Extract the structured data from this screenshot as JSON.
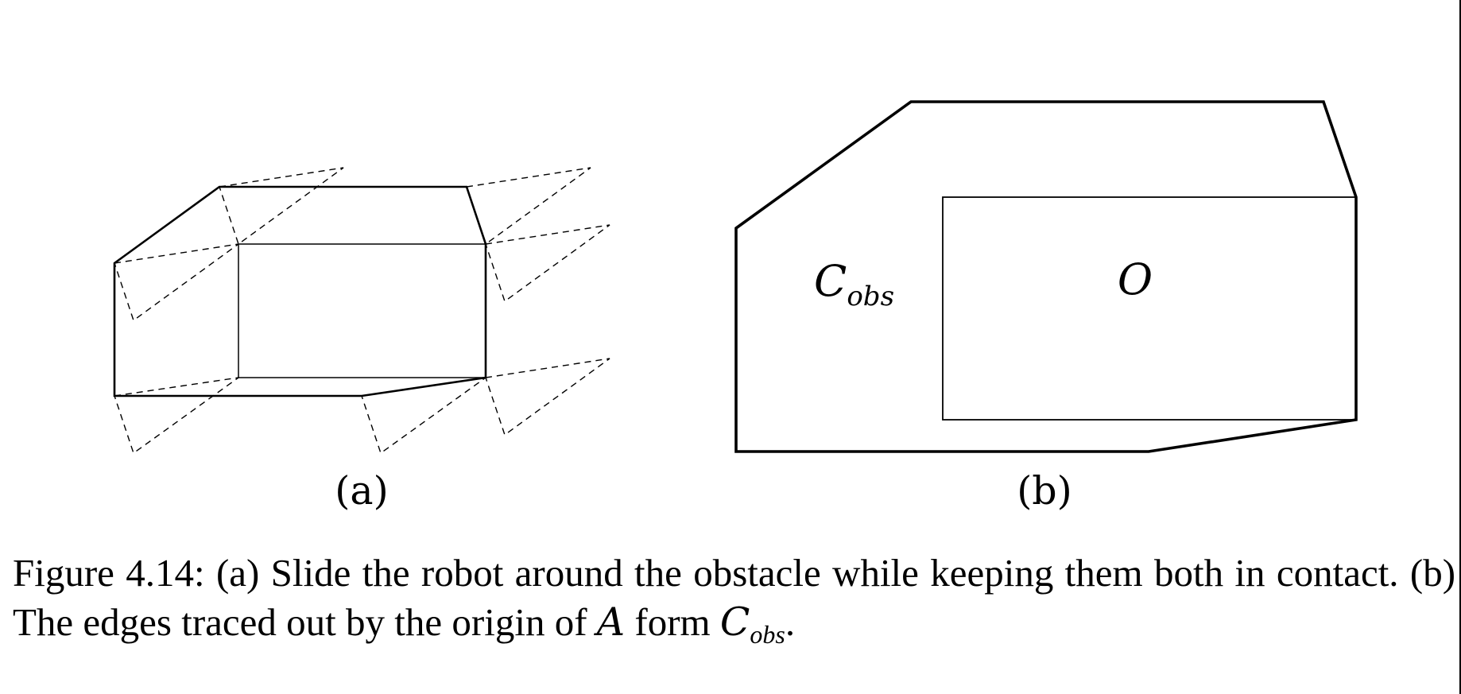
{
  "figure": {
    "panel_a_label": "(a)",
    "panel_b_label": "(b)",
    "cobs_symbol": "C",
    "cobs_subscript": "obs",
    "obstacle_symbol": "O"
  },
  "caption": {
    "prefix": "Figure 4.14:",
    "text_1": "(a) Slide the robot around the obstacle while keeping them both in contact. (b) The edges traced out by the origin of",
    "robot_symbol": "A",
    "text_2": "form",
    "cobs_symbol": "C",
    "cobs_subscript": "obs",
    "end": "."
  }
}
